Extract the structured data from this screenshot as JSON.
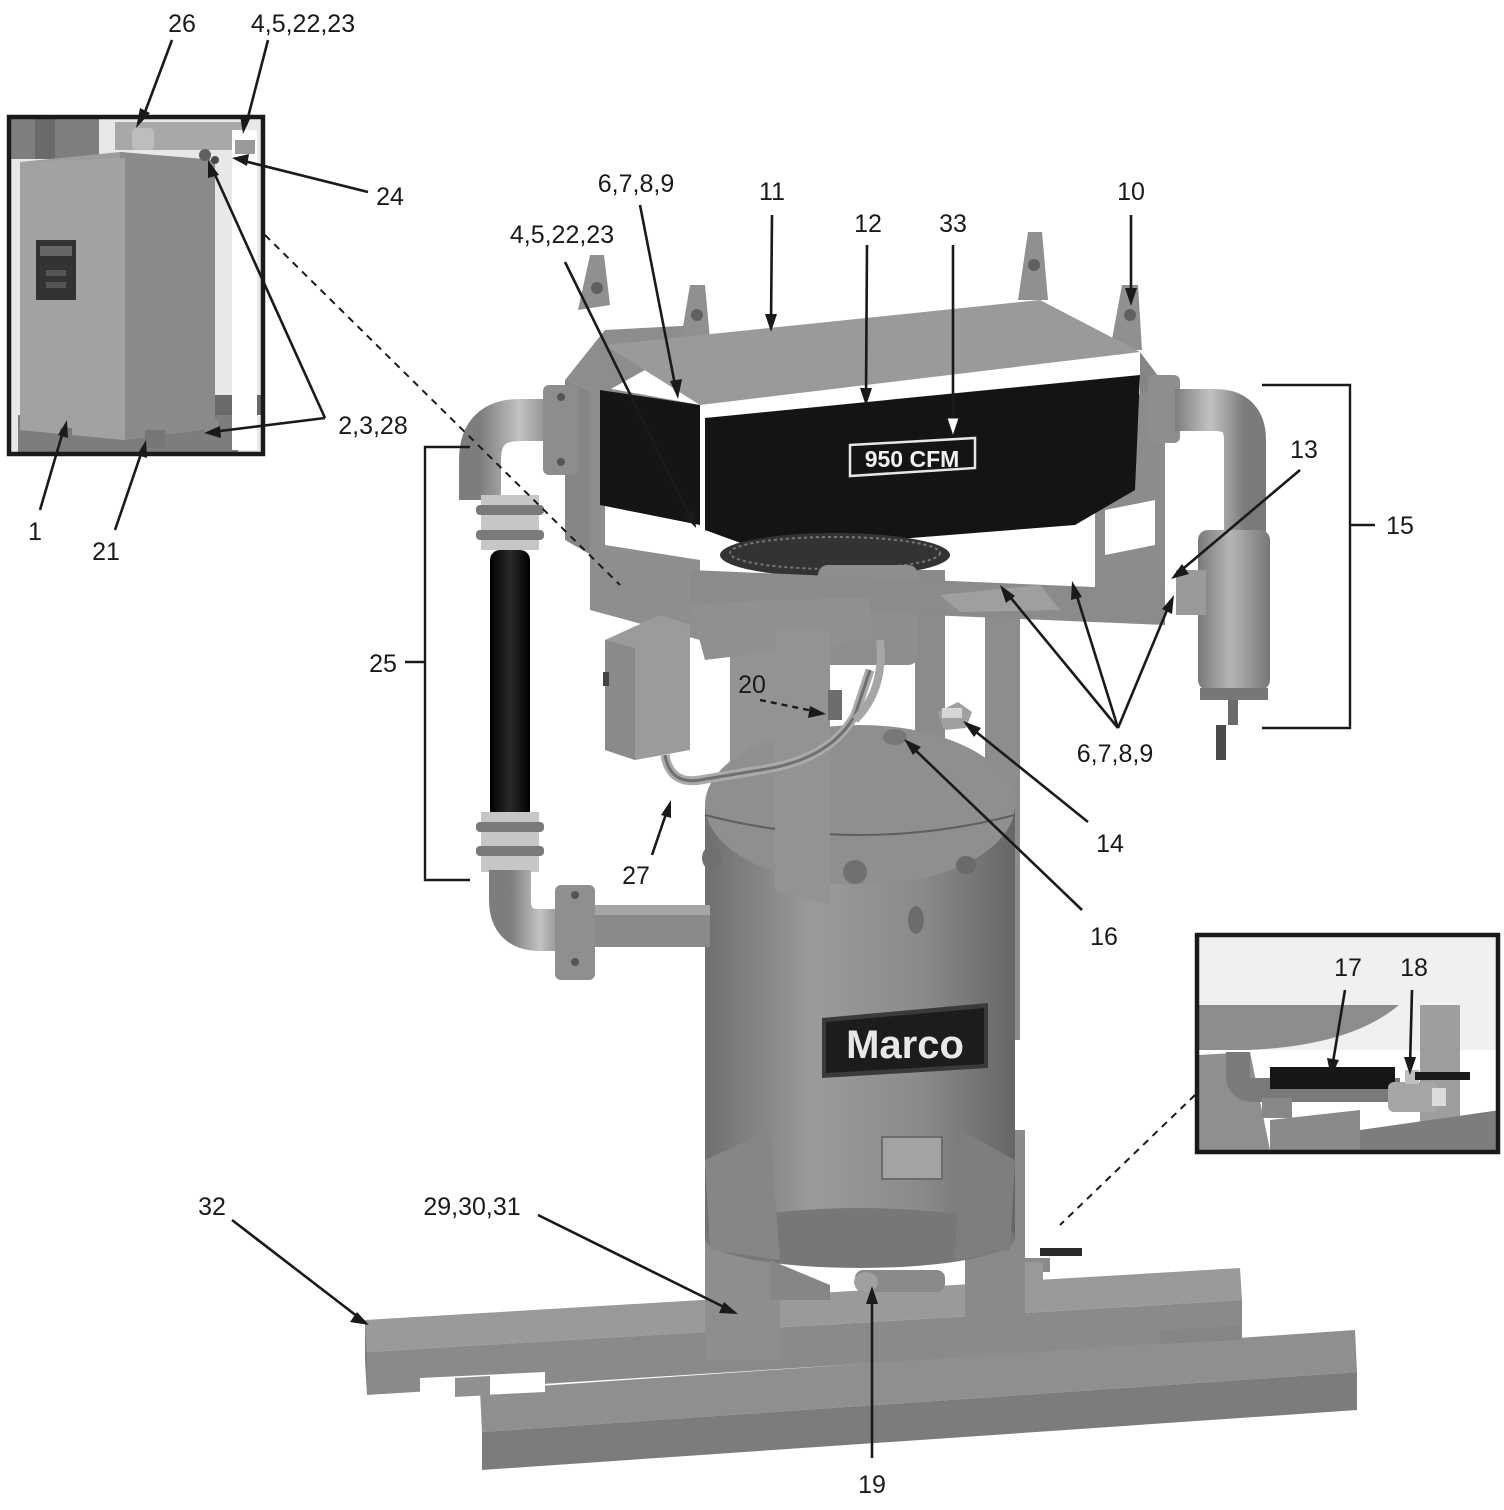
{
  "figure": {
    "title": "",
    "colors": {
      "body": "#8c8c8c",
      "body_light": "#a9a9a9",
      "body_dark": "#6f6f6f",
      "shroud": "#141414",
      "line": "#1a1a1a"
    },
    "nameplate_text": "950 CFM",
    "brand_logo": "Marco",
    "callouts": {
      "c1": "1",
      "c2_3_28": "2,3,28",
      "c4_5_22_23_inset": "4,5,22,23",
      "c4_5_22_23_main": "4,5,22,23",
      "c6_7_8_9_top": "6,7,8,9",
      "c6_7_8_9_bottom": "6,7,8,9",
      "c10": "10",
      "c11": "11",
      "c12": "12",
      "c13": "13",
      "c14": "14",
      "c15": "15",
      "c16": "16",
      "c17": "17",
      "c18": "18",
      "c19": "19",
      "c20": "20",
      "c21": "21",
      "c24": "24",
      "c25": "25",
      "c26": "26",
      "c27": "27",
      "c29_30_31": "29,30,31",
      "c32": "32",
      "c33": "33"
    },
    "insets": {
      "control_box": "control-box-detail",
      "drain_valve": "drain-valve-detail"
    }
  }
}
